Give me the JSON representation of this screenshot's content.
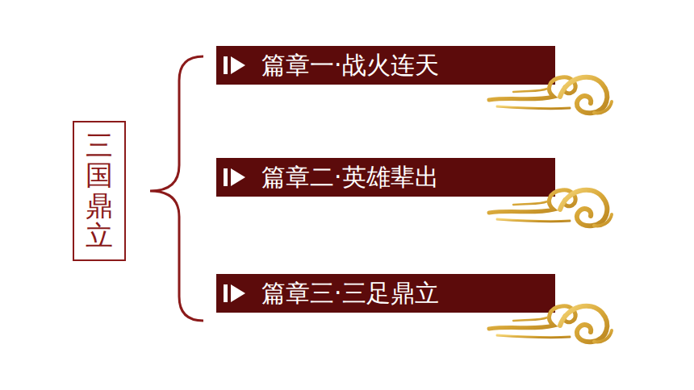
{
  "diagram": {
    "nodes": [
      {
        "text": [
          "三国鼎立"
        ]
      },
      {
        "text": [
          "篇章一·战火连天"
        ]
      },
      {
        "text": [
          "篇章二·英雄辈出"
        ]
      },
      {
        "text": [
          "篇章三·三足鼎立"
        ]
      }
    ]
  }
}
